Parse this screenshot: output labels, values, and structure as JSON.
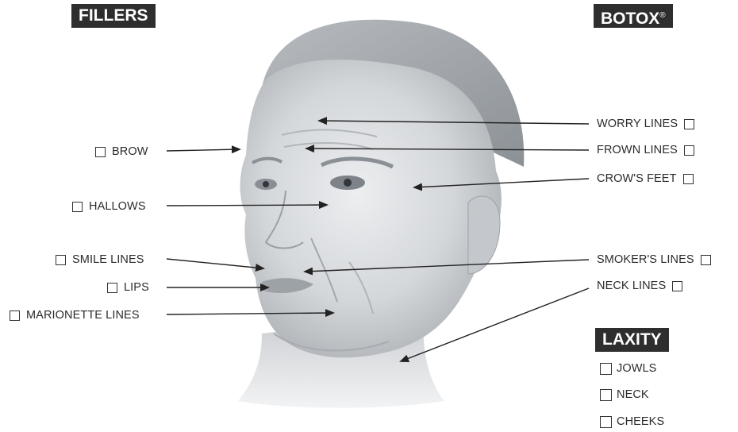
{
  "headers": {
    "fillers": "FILLERS",
    "botox": "BOTOX",
    "botox_mark": "®",
    "laxity": "LAXITY"
  },
  "fillers": [
    {
      "key": "brow",
      "label": "BROW",
      "checked": false
    },
    {
      "key": "hallows",
      "label": "HALLOWS",
      "checked": false
    },
    {
      "key": "smile_lines",
      "label": "SMILE LINES",
      "checked": false
    },
    {
      "key": "lips",
      "label": "LIPS",
      "checked": false
    },
    {
      "key": "marionette_lines",
      "label": "MARIONETTE LINES",
      "checked": false
    }
  ],
  "botox": [
    {
      "key": "worry_lines",
      "label": "WORRY LINES",
      "checked": false
    },
    {
      "key": "frown_lines",
      "label": "FROWN LINES",
      "checked": false
    },
    {
      "key": "crows_feet",
      "label": "CROW'S FEET",
      "checked": false
    },
    {
      "key": "smokers_lines",
      "label": "SMOKER'S LINES",
      "checked": false
    },
    {
      "key": "neck_lines",
      "label": "NECK LINES",
      "checked": false
    }
  ],
  "laxity": [
    {
      "key": "jowls",
      "label": "JOWLS",
      "checked": false
    },
    {
      "key": "neck",
      "label": "NECK",
      "checked": false
    },
    {
      "key": "cheeks",
      "label": "CHEEKS",
      "checked": false
    }
  ],
  "colors": {
    "badge": "#2e2e2e",
    "face_light": "#e4e6e8",
    "face_shade": "#a9adb2",
    "hair": "#9a9fa4",
    "line": "#222222"
  }
}
